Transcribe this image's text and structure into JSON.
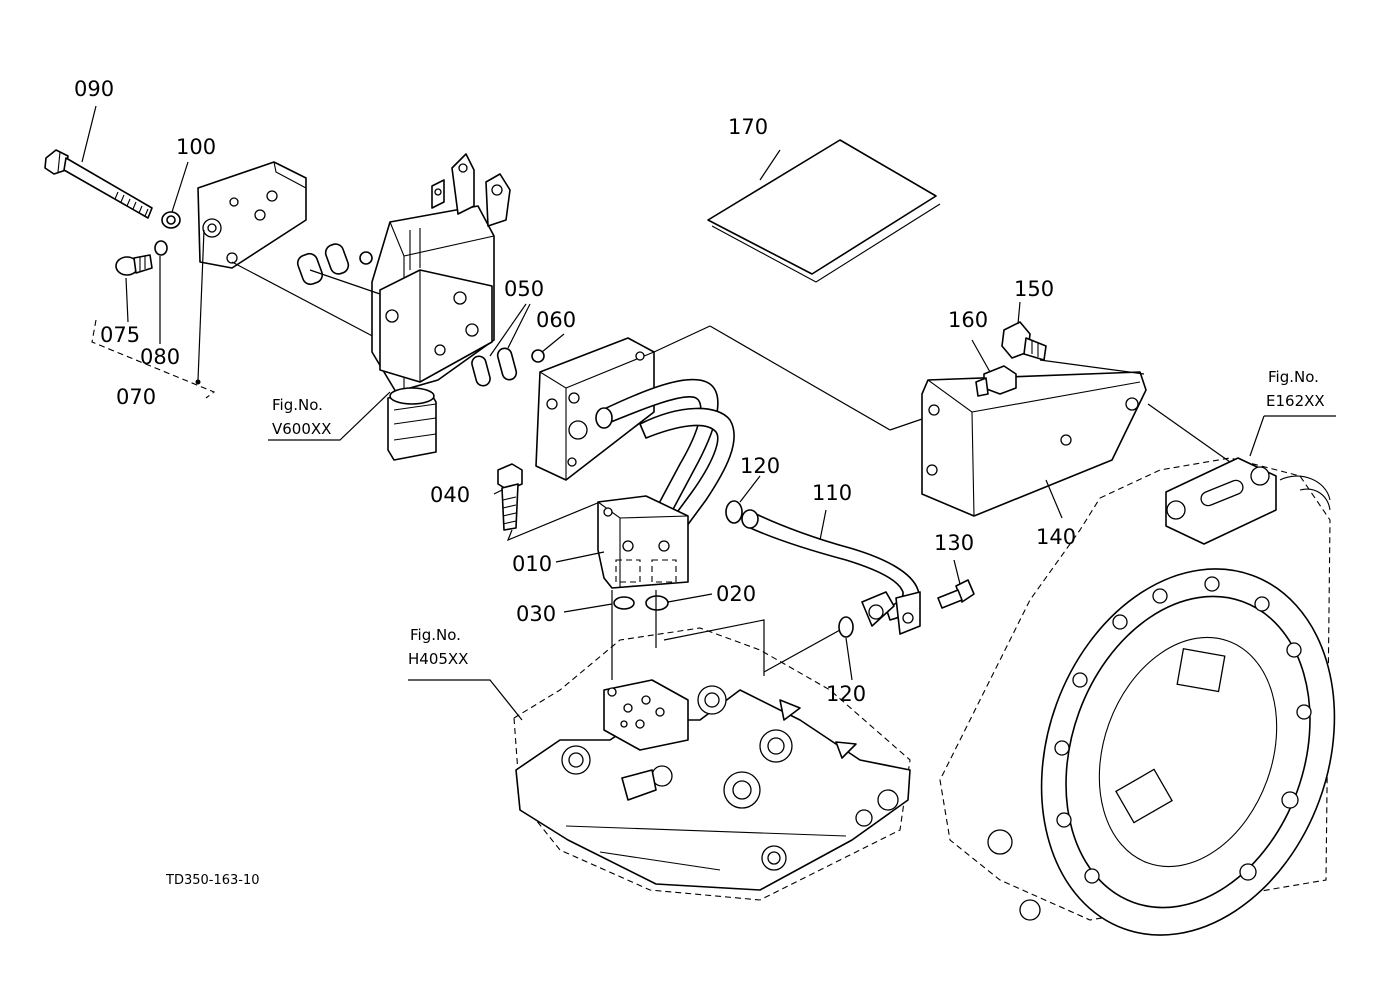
{
  "labels": {
    "p010": "010",
    "p020": "020",
    "p030": "030",
    "p040": "040",
    "p050": "050",
    "p060": "060",
    "p070": "070",
    "p075": "075",
    "p080": "080",
    "p090": "090",
    "p100": "100",
    "p110": "110",
    "p120a": "120",
    "p120b": "120",
    "p130": "130",
    "p140": "140",
    "p150": "150",
    "p160": "160",
    "p170": "170"
  },
  "figrefs": {
    "v600": {
      "title": "Fig.No.",
      "code": "V600XX"
    },
    "h405": {
      "title": "Fig.No.",
      "code": "H405XX"
    },
    "e162": {
      "title": "Fig.No.",
      "code": "E162XX"
    }
  },
  "drawing_code": "TD350-163-10"
}
